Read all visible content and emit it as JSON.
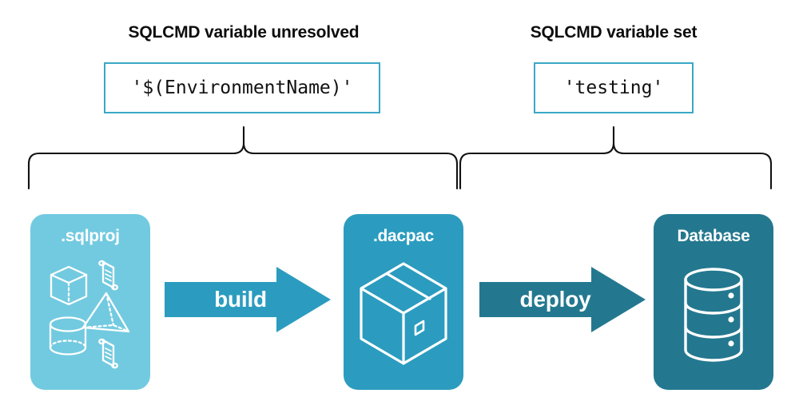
{
  "diagram": {
    "title": "SQLCMD variable resolution across build and deploy",
    "background_color": "#ffffff"
  },
  "sections": [
    {
      "id": "unresolved",
      "title": "SQLCMD variable unresolved",
      "value_box": {
        "text": "'$(EnvironmentName)'",
        "border_color": "#3ba8c6",
        "background_color": "#ffffff",
        "text_color": "#111111"
      }
    },
    {
      "id": "set",
      "title": "SQLCMD variable set",
      "value_box": {
        "text": "'testing'",
        "border_color": "#3ba8c6",
        "background_color": "#ffffff",
        "text_color": "#111111"
      }
    }
  ],
  "braces": {
    "stroke_color": "#111111",
    "left": {
      "label": "brace-unresolved",
      "spans": "sqlproj-to-dacpac"
    },
    "right": {
      "label": "brace-set",
      "spans": "dacpac-to-database"
    }
  },
  "stages": [
    {
      "id": "sqlproj",
      "label": ".sqlproj",
      "fill_color": "#72cae0",
      "text_color": "#ffffff",
      "icons": [
        "cube-icon",
        "scroll-icon",
        "pyramid-icon",
        "cylinder-icon",
        "scroll-icon"
      ]
    },
    {
      "id": "dacpac",
      "label": ".dacpac",
      "fill_color": "#2b9cbf",
      "text_color": "#ffffff",
      "icons": [
        "package-box-icon"
      ]
    },
    {
      "id": "database",
      "label": "Database",
      "fill_color": "#23788f",
      "text_color": "#ffffff",
      "icons": [
        "database-cylinder-icon"
      ]
    }
  ],
  "arrows": [
    {
      "id": "build",
      "label": "build",
      "fill_color": "#2b9cbf",
      "text_color": "#ffffff",
      "from": "sqlproj",
      "to": "dacpac"
    },
    {
      "id": "deploy",
      "label": "deploy",
      "fill_color": "#23788f",
      "text_color": "#ffffff",
      "from": "dacpac",
      "to": "database"
    }
  ]
}
